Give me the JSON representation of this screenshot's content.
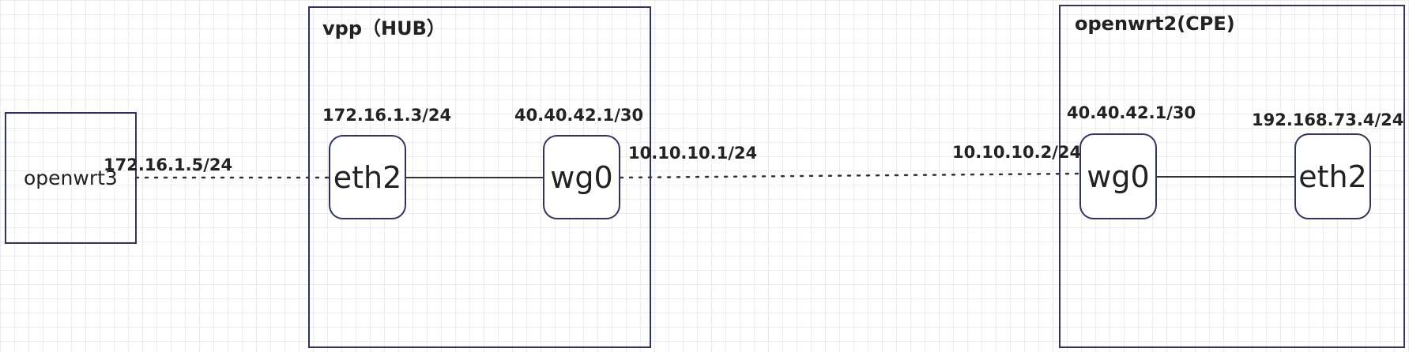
{
  "external": {
    "name": "openwrt3",
    "ip": "172.16.1.5/24"
  },
  "hub": {
    "title": "vpp（HUB）",
    "eth": {
      "name": "eth2",
      "ip": "172.16.1.3/24"
    },
    "wg": {
      "name": "wg0",
      "ip": "40.40.42.1/30",
      "tunnel_ip": "10.10.10.1/24"
    }
  },
  "cpe": {
    "title": "openwrt2(CPE)",
    "wg": {
      "name": "wg0",
      "ip": "40.40.42.1/30",
      "tunnel_ip": "10.10.10.2/24"
    },
    "eth": {
      "name": "eth2",
      "ip": "192.168.73.4/24"
    }
  },
  "colors": {
    "border": "#2e3566",
    "grid": "#ececec",
    "line": "#333333"
  }
}
